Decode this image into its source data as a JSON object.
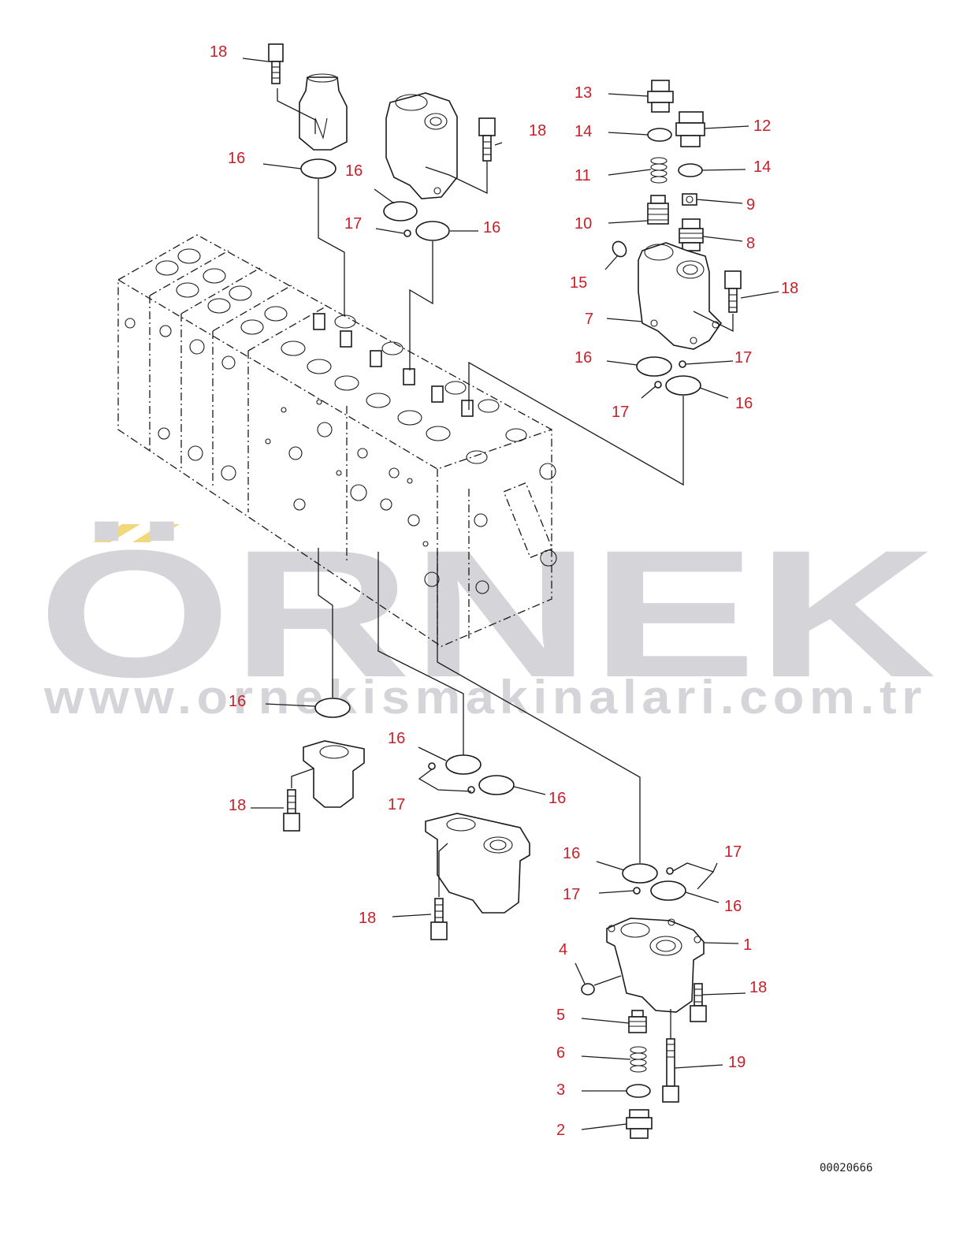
{
  "watermark": {
    "brand": "ÖRNEK",
    "url": "www.ornekismakinalari.com.tr",
    "color": "#d5d5d9",
    "accent_color": "#f2d87a"
  },
  "drawing_code": "00020666",
  "callout_color": "#c8202a",
  "callouts": {
    "c18a": "18",
    "c16a": "16",
    "c16b": "16",
    "c18b": "18",
    "c17a": "17",
    "c16c": "16",
    "c13": "13",
    "c12": "12",
    "c14a": "14",
    "c14b": "14",
    "c11": "11",
    "c9": "9",
    "c10": "10",
    "c8": "8",
    "c15": "15",
    "c18c": "18",
    "c7": "7",
    "c16d": "16",
    "c17b": "17",
    "c17c": "17",
    "c16e": "16",
    "c16f": "16",
    "c18d": "18",
    "c16g": "16",
    "c17d": "17",
    "c16h": "16",
    "c18e": "18",
    "c16i": "16",
    "c17e": "17",
    "c17f": "17",
    "c16j": "16",
    "c4": "4",
    "c1": "1",
    "c18f": "18",
    "c5": "5",
    "c6": "6",
    "c19": "19",
    "c3": "3",
    "c2": "2"
  }
}
